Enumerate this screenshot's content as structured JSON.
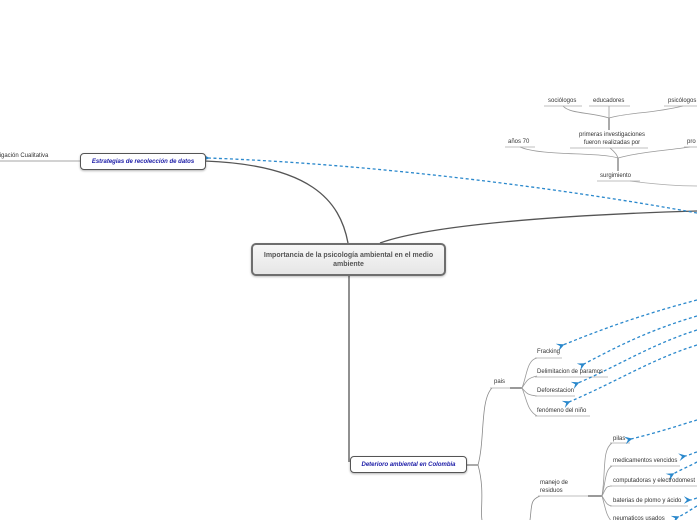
{
  "mindmap": {
    "central_topic": "Importancia de la psicología ambiental en el medio ambiente",
    "main_topics": {
      "estrategias": "Estrategias de recolección de datos",
      "deterioro": "Deterioro ambiental en Colombia"
    },
    "estrategias_children": {
      "investigacion_cualitativa": "tigación Cualitativa"
    },
    "surgimiento_branch": {
      "surgimiento": "surgimiento",
      "anos_70": "años 70",
      "primeras_investigaciones": "primeras investigaciones fueron realizadas por",
      "pro_cut": "pro",
      "realizadores": [
        "sociólogos",
        "educadores",
        "psicólogos"
      ]
    },
    "deterioro_branch": {
      "pais": "pais",
      "pais_children": [
        "Fracking",
        "Delimitacion de paramos",
        "Deforestacion",
        "fenómeno del niño"
      ],
      "manejo_residuos": "manejo de residuos",
      "residuos_children": [
        "pilas",
        "medicamentos vencidos",
        "computadoras y electrodomest",
        "baterias de plomo y ácido",
        "neumaticos usados"
      ]
    },
    "colors": {
      "link_solid": "#555555",
      "link_light": "#9a9a9a",
      "relation_dashed": "#2a88cc",
      "main_topic_text": "#1a1aa6",
      "central_text": "#555555"
    }
  }
}
